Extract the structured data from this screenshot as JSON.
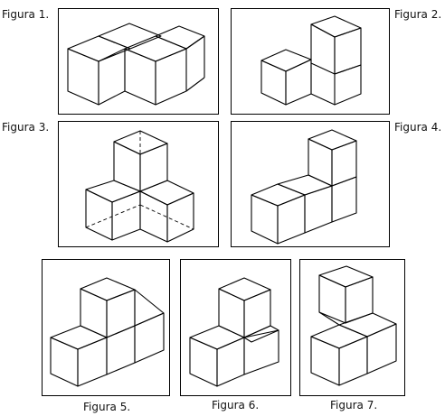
{
  "figures": [
    {
      "label": "Figura 1."
    },
    {
      "label": "Figura 2."
    },
    {
      "label": "Figura 3."
    },
    {
      "label": "Figura 4."
    },
    {
      "label": "Figura 5."
    },
    {
      "label": "Figura 6."
    },
    {
      "label": "Figura 7."
    }
  ]
}
